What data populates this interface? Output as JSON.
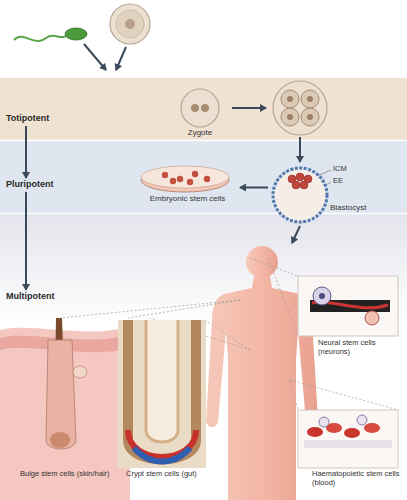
{
  "diagram": {
    "nodes": [
      {
        "text": [
          "Zygote"
        ]
      },
      {
        "text": [
          "Embryonic stem cells"
        ]
      },
      {
        "text": [
          "Blastocyst"
        ]
      },
      {
        "text": [
          "Totipotent"
        ]
      },
      {
        "text": [
          "Pluripotent"
        ]
      },
      {
        "text": [
          "Multipotent"
        ]
      }
    ],
    "edges": [
      {
        "from": 2,
        "to": 1,
        "arrow": "to"
      },
      {
        "from": 3,
        "to": 4,
        "arrow": "to"
      },
      {
        "from": 4,
        "to": 5,
        "arrow": "to"
      }
    ],
    "labels": [
      "ICM",
      "EE",
      "Neural stem cells (neurons)",
      "Haematopoietic stem cells (blood)",
      "Bulge stem cells (skin/hair)",
      "Crypt stem cells (gut)"
    ]
  }
}
